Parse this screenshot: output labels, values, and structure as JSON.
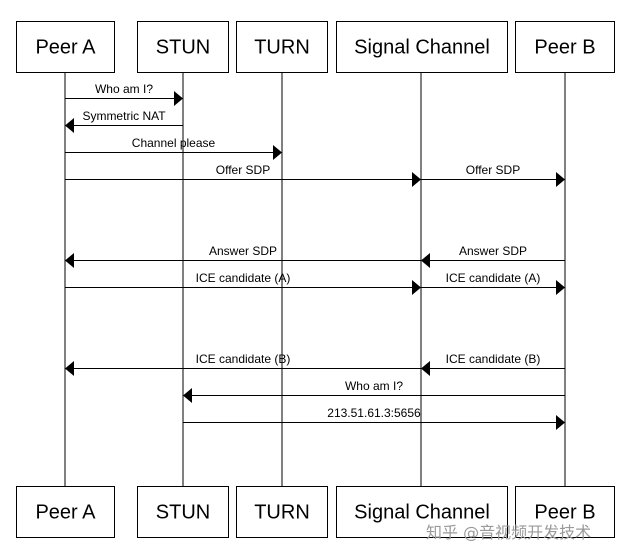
{
  "participants": [
    {
      "id": "peer-a",
      "label": "Peer A"
    },
    {
      "id": "stun",
      "label": "STUN"
    },
    {
      "id": "turn",
      "label": "TURN"
    },
    {
      "id": "signal",
      "label": "Signal Channel"
    },
    {
      "id": "peer-b",
      "label": "Peer B"
    }
  ],
  "messages": [
    {
      "from": "peer-a",
      "to": "stun",
      "label": "Who am I?"
    },
    {
      "from": "stun",
      "to": "peer-a",
      "label": "Symmetric NAT"
    },
    {
      "from": "peer-a",
      "to": "turn",
      "label": "Channel please"
    },
    {
      "from": "peer-a",
      "to": "signal",
      "label": "Offer SDP"
    },
    {
      "from": "signal",
      "to": "peer-b",
      "label": "Offer SDP"
    },
    {
      "from": "signal",
      "to": "peer-a",
      "label": "Answer SDP"
    },
    {
      "from": "peer-b",
      "to": "signal",
      "label": "Answer SDP"
    },
    {
      "from": "peer-a",
      "to": "signal",
      "label": "ICE candidate (A)"
    },
    {
      "from": "signal",
      "to": "peer-b",
      "label": "ICE candidate (A)"
    },
    {
      "from": "signal",
      "to": "peer-a",
      "label": "ICE candidate (B)"
    },
    {
      "from": "peer-b",
      "to": "signal",
      "label": "ICE candidate (B)"
    },
    {
      "from": "peer-b",
      "to": "stun",
      "label": "Who am I?"
    },
    {
      "from": "stun",
      "to": "peer-b",
      "label": "213.51.61.3:5656"
    }
  ],
  "watermark": "知乎 @音视频开发技术"
}
